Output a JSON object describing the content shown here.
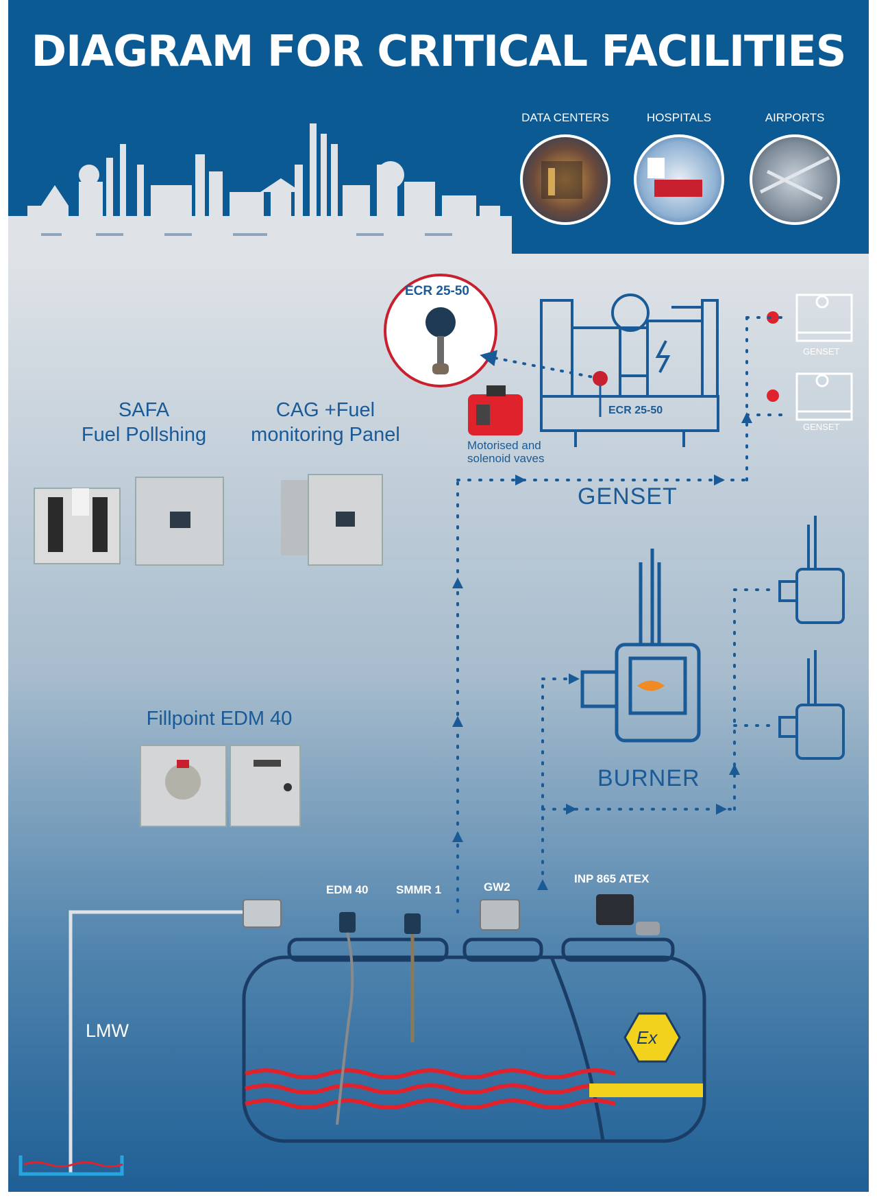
{
  "title": "DIAGRAM FOR CRITICAL FACILITIES",
  "facilities": [
    {
      "label": "DATA CENTERS",
      "icon": "data-center-photo"
    },
    {
      "label": "HOSPITALS",
      "icon": "hospital-photo"
    },
    {
      "label": "AIRPORTS",
      "icon": "airport-photo"
    }
  ],
  "sections": {
    "safa": {
      "line1": "SAFA",
      "line2": "Fuel Pollshing"
    },
    "cag": {
      "line1": "CAG  +Fuel",
      "line2": "monitoring Panel"
    },
    "fillpoint": "Fillpoint EDM 40",
    "genset": "GENSET",
    "burner": "BURNER",
    "lmw": "LMW"
  },
  "devices": {
    "ecr_callout": "ECR 25-50",
    "ecr_on_genset": "ECR 25-50",
    "valves_line1": "Motorised and",
    "valves_line2": "solenoid vaves",
    "genset_small_1": "GENSET",
    "genset_small_2": "GENSET",
    "edm40": "EDM 40",
    "smmr1": "SMMR 1",
    "gw2": "GW2",
    "inp865": "INP 865 ATEX",
    "ex_mark": "Ex"
  },
  "colors": {
    "header_blue": "#0b5a93",
    "line_blue": "#1a5a96",
    "callout_red": "#c8202e",
    "fuel_red": "#e0222d",
    "water_yellow": "#f2d21c"
  }
}
